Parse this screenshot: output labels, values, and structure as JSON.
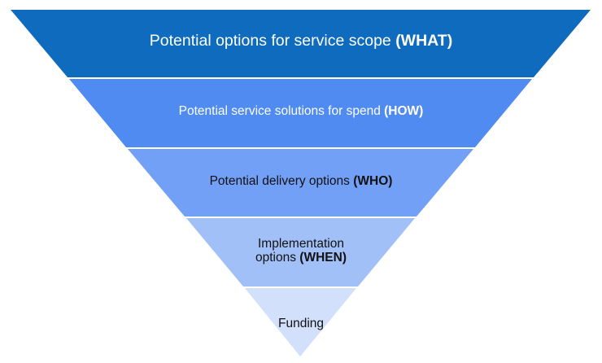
{
  "diagram": {
    "type": "inverted-funnel",
    "levels": [
      {
        "text": "Potential options for service scope ",
        "emphasis": "(WHAT)",
        "color": "#0E6BBE",
        "text_color": "#ffffff"
      },
      {
        "text": "Potential service solutions for spend ",
        "emphasis": "(HOW)",
        "color": "#4F8BF0",
        "text_color": "#ffffff"
      },
      {
        "text": "Potential delivery options ",
        "emphasis": "(WHO)",
        "color": "#72A0F7",
        "text_color": "#111111"
      },
      {
        "text_line1": "Implementation",
        "text": "options ",
        "emphasis": "(WHEN)",
        "color": "#A2C0F8",
        "text_color": "#111111"
      },
      {
        "text": "Funding",
        "color": "#D3E0FC",
        "text_color": "#111111"
      }
    ]
  }
}
